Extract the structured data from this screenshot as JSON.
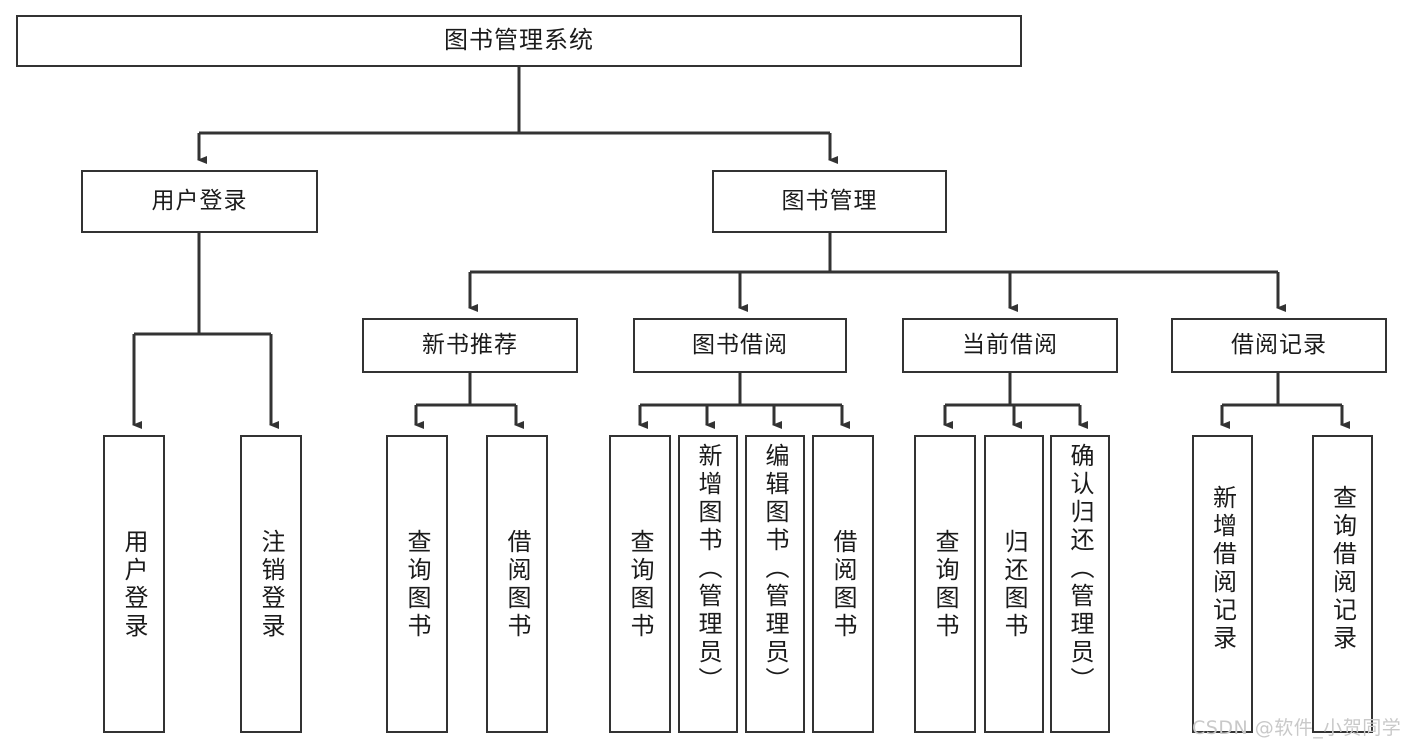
{
  "diagram": {
    "type": "tree-hierarchy",
    "title": "图书管理系统",
    "watermark": "CSDN @软件_小贺同学",
    "colors": {
      "background": "#ffffff",
      "stroke": "#333333",
      "text": "#1b1b1b",
      "watermark": "#c9c9c9"
    },
    "levels": {
      "root": "图书管理系统",
      "level2": [
        "用户登录",
        "图书管理"
      ],
      "level3": [
        "新书推荐",
        "图书借阅",
        "当前借阅",
        "借阅记录"
      ]
    },
    "nodes": {
      "root": {
        "label": "图书管理系统"
      },
      "user_login": {
        "label": "用户登录"
      },
      "book_manage": {
        "label": "图书管理"
      },
      "new_book_rec": {
        "label": "新书推荐"
      },
      "book_borrow": {
        "label": "图书借阅"
      },
      "current_borrow": {
        "label": "当前借阅"
      },
      "borrow_record": {
        "label": "借阅记录"
      },
      "leaf_user_login": {
        "label": "用户登录"
      },
      "leaf_user_logout": {
        "label": "注销登录"
      },
      "leaf_rec_query": {
        "label": "查询图书"
      },
      "leaf_rec_borrow": {
        "label": "借阅图书"
      },
      "leaf_borrow_query": {
        "label": "查询图书"
      },
      "leaf_borrow_add": {
        "label": "新增图书（管理员）"
      },
      "leaf_borrow_edit": {
        "label": "编辑图书（管理员）"
      },
      "leaf_borrow_take": {
        "label": "借阅图书"
      },
      "leaf_cur_query": {
        "label": "查询图书"
      },
      "leaf_cur_return": {
        "label": "归还图书"
      },
      "leaf_cur_confirm": {
        "label": "确认归还（管理员）"
      },
      "leaf_rec_add": {
        "label": "新增借阅记录"
      },
      "leaf_rec_search": {
        "label": "查询借阅记录"
      }
    },
    "edges": [
      {
        "from": "root",
        "to": "user_login"
      },
      {
        "from": "root",
        "to": "book_manage"
      },
      {
        "from": "user_login",
        "to": "leaf_user_login"
      },
      {
        "from": "user_login",
        "to": "leaf_user_logout"
      },
      {
        "from": "book_manage",
        "to": "new_book_rec"
      },
      {
        "from": "book_manage",
        "to": "book_borrow"
      },
      {
        "from": "book_manage",
        "to": "current_borrow"
      },
      {
        "from": "book_manage",
        "to": "borrow_record"
      },
      {
        "from": "new_book_rec",
        "to": "leaf_rec_query"
      },
      {
        "from": "new_book_rec",
        "to": "leaf_rec_borrow"
      },
      {
        "from": "book_borrow",
        "to": "leaf_borrow_query"
      },
      {
        "from": "book_borrow",
        "to": "leaf_borrow_add"
      },
      {
        "from": "book_borrow",
        "to": "leaf_borrow_edit"
      },
      {
        "from": "book_borrow",
        "to": "leaf_borrow_take"
      },
      {
        "from": "current_borrow",
        "to": "leaf_cur_query"
      },
      {
        "from": "current_borrow",
        "to": "leaf_cur_return"
      },
      {
        "from": "current_borrow",
        "to": "leaf_cur_confirm"
      },
      {
        "from": "borrow_record",
        "to": "leaf_rec_add"
      },
      {
        "from": "borrow_record",
        "to": "leaf_rec_search"
      }
    ]
  }
}
